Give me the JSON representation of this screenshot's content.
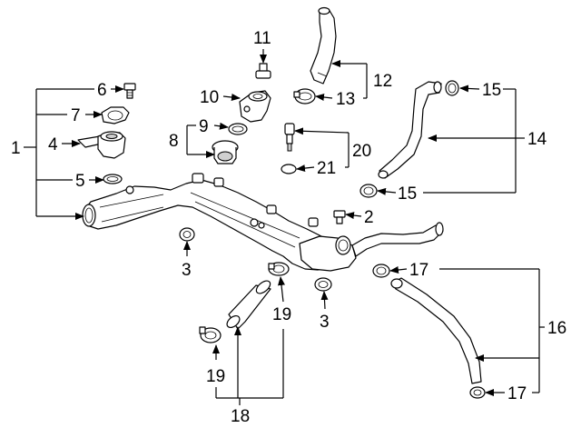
{
  "diagram": {
    "callouts": [
      {
        "id": "c1",
        "text": "1"
      },
      {
        "id": "c2",
        "text": "2"
      },
      {
        "id": "c3a",
        "text": "3"
      },
      {
        "id": "c3b",
        "text": "3"
      },
      {
        "id": "c4",
        "text": "4"
      },
      {
        "id": "c5",
        "text": "5"
      },
      {
        "id": "c6",
        "text": "6"
      },
      {
        "id": "c7",
        "text": "7"
      },
      {
        "id": "c8",
        "text": "8"
      },
      {
        "id": "c9",
        "text": "9"
      },
      {
        "id": "c10",
        "text": "10"
      },
      {
        "id": "c11",
        "text": "11"
      },
      {
        "id": "c12",
        "text": "12"
      },
      {
        "id": "c13",
        "text": "13"
      },
      {
        "id": "c14",
        "text": "14"
      },
      {
        "id": "c15a",
        "text": "15"
      },
      {
        "id": "c15b",
        "text": "15"
      },
      {
        "id": "c16",
        "text": "16"
      },
      {
        "id": "c17a",
        "text": "17"
      },
      {
        "id": "c17b",
        "text": "17"
      },
      {
        "id": "c18",
        "text": "18"
      },
      {
        "id": "c19a",
        "text": "19"
      },
      {
        "id": "c19b",
        "text": "19"
      },
      {
        "id": "c20",
        "text": "20"
      },
      {
        "id": "c21",
        "text": "21"
      }
    ]
  }
}
